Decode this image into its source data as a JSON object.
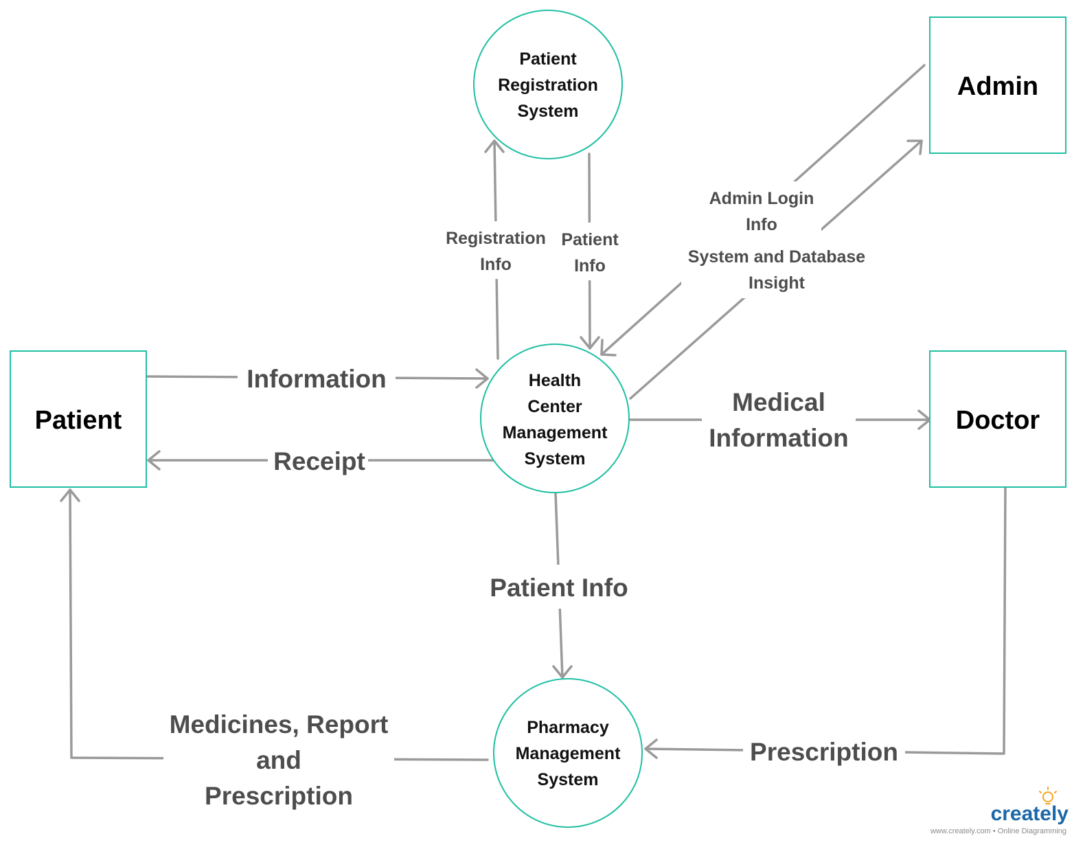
{
  "entities": {
    "patient": "Patient",
    "admin": "Admin",
    "doctor": "Doctor"
  },
  "processes": {
    "registration": [
      "Patient",
      "Registration",
      "System"
    ],
    "health_center": [
      "Health",
      "Center",
      "Management",
      "System"
    ],
    "pharmacy": [
      "Pharmacy",
      "Management",
      "System"
    ]
  },
  "flows": {
    "information": "Information",
    "receipt": "Receipt",
    "medical_information": [
      "Medical",
      "Information"
    ],
    "patient_info_down": "Patient Info",
    "registration_info": [
      "Registration",
      "Info"
    ],
    "patient_info_up": [
      "Patient",
      "Info"
    ],
    "admin_login_info": [
      "Admin Login",
      "Info"
    ],
    "system_db_insight": [
      "System and Database",
      "Insight"
    ],
    "prescription": "Prescription",
    "medicines_report": [
      "Medicines, Report",
      "and",
      "Prescription"
    ]
  },
  "branding": {
    "logo_text": "creately",
    "tagline": "www.creately.com • Online Diagramming",
    "logo_icon": "lightbulb-icon"
  },
  "colors": {
    "node_border": "#1fbfa3",
    "edge": "#9a9a9a",
    "flow_text": "#4d4d4d",
    "brand_blue": "#1b67a8",
    "brand_accent": "#f5a623"
  }
}
